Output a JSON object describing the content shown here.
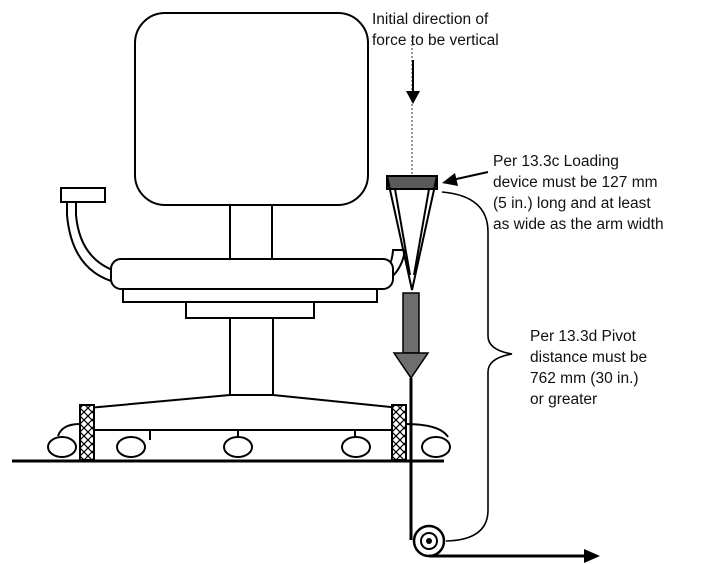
{
  "labels": {
    "initial_direction": {
      "lines": [
        "Initial direction of",
        "force to be vertical"
      ]
    },
    "loading_device": {
      "lines": [
        "Per 13.3c Loading",
        "device must be 127 mm",
        "(5 in.) long and at least",
        "as wide as the arm width"
      ]
    },
    "pivot_distance": {
      "lines": [
        "Per 13.3d Pivot",
        "distance must be",
        "762 mm (30 in.)",
        "or greater"
      ]
    }
  },
  "colors": {
    "line": "#000000",
    "fill": "#ffffff",
    "force_arrow": "#6e6e6e",
    "pad": "#5a5a5a",
    "dotted": "#777777"
  }
}
